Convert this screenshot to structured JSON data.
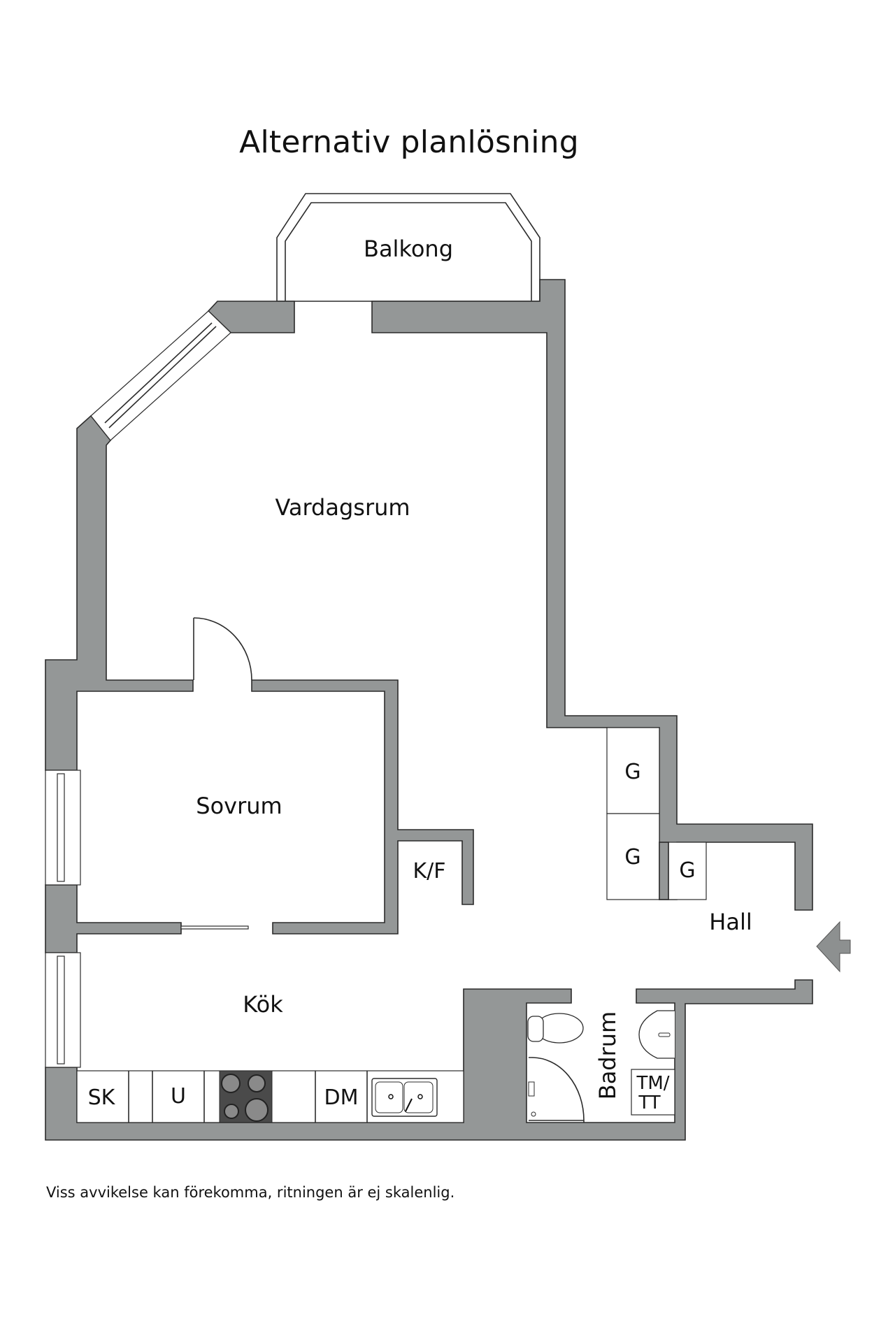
{
  "title": "Alternativ planlösning",
  "rooms": {
    "balkong": "Balkong",
    "vardagsrum": "Vardagsrum",
    "sovrum": "Sovrum",
    "kf": "K/F",
    "kok": "Kök",
    "hall": "Hall",
    "badrum": "Badrum"
  },
  "wardrobes": [
    "G",
    "G",
    "G"
  ],
  "kitchen_counter": [
    "SK",
    "U",
    "DM"
  ],
  "bathroom_fixture": {
    "line1": "TM/",
    "line2": "TT"
  },
  "entrance_icon": "arrow-left-icon",
  "colors": {
    "wall": "#949797",
    "stove": "#4a4a4a",
    "outline": "#2b2b2b",
    "background": "#ffffff"
  },
  "footer": "Viss avvikelse kan förekomma, ritningen är ej skalenlig."
}
